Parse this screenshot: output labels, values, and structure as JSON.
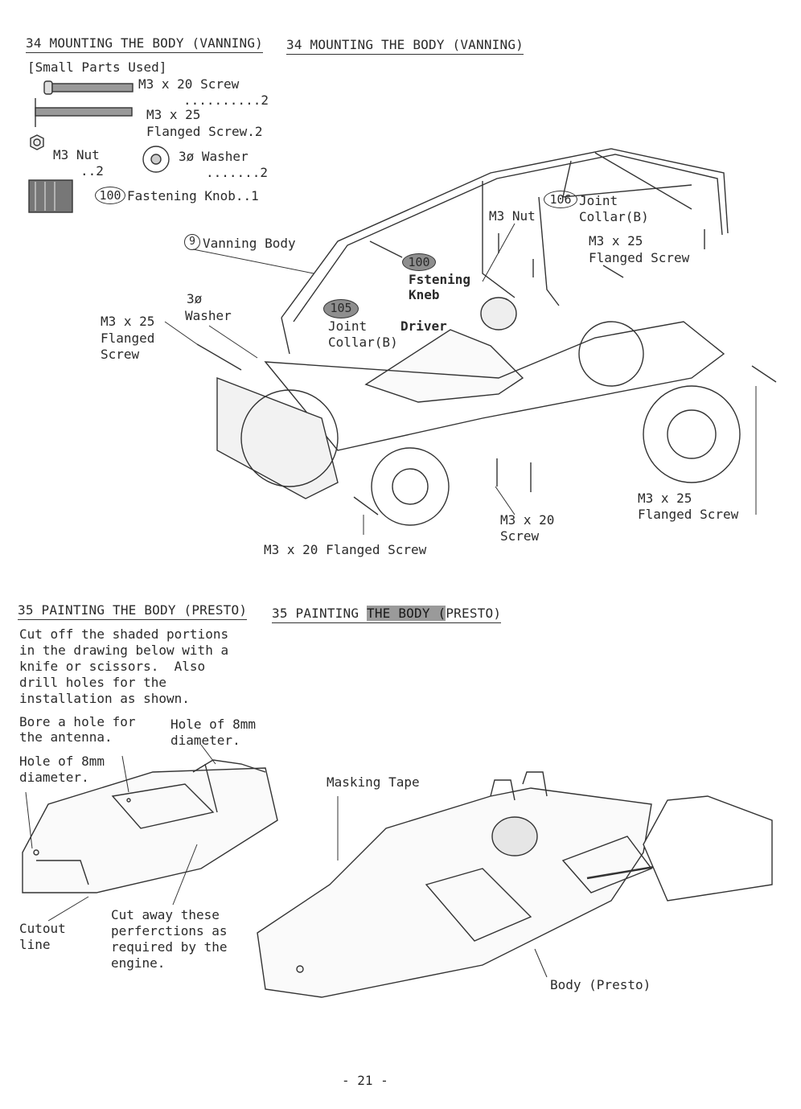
{
  "section34": {
    "heading_left": "34 MOUNTING THE BODY (VANNING)",
    "heading_right": "34 MOUNTING THE BODY (VANNING)",
    "parts_title": "[Small Parts Used]",
    "parts": {
      "screw20": "M3 x 20 Screw",
      "screw20_qty": "..........2",
      "flanged25_a": "M3 x 25",
      "flanged25_b": "Flanged Screw.2",
      "nut": "M3 Nut",
      "nut_qty": "..2",
      "washer": "3ø Washer",
      "washer_qty": ".......2",
      "knob_num": "100",
      "knob": "Fastening Knob..1"
    },
    "labels": {
      "vanning_num": "9",
      "vanning_body": "Vanning Body",
      "m3_nut": "M3 Nut",
      "joint_num_right": "106",
      "joint_right": "Joint",
      "collar_right": "Collar(B)",
      "flanged_right_a": "M3 x 25",
      "flanged_right_b": "Flanged Screw",
      "knob_num": "100",
      "fstening": "Fstening",
      "kneb": "Kneb",
      "washer_a": "3ø",
      "washer_b": "Washer",
      "flanged_left_a": "M3 x 25",
      "flanged_left_b": "Flanged",
      "flanged_left_c": "Screw",
      "joint_num_left": "105",
      "joint_left": "Joint",
      "collar_left": "Collar(B)",
      "driver": "Driver",
      "flanged_br_a": "M3 x 25",
      "flanged_br_b": "Flanged Screw",
      "screw20_a": "M3 x 20",
      "screw20_b": "Screw",
      "flanged20": "M3 x 20 Flanged Screw"
    }
  },
  "section35": {
    "heading_left": "35 PAINTING THE BODY (PRESTO)",
    "heading_right_plain": "35 PAINTING ",
    "heading_right_shaded": "THE BODY (",
    "heading_right_end": "PRESTO)",
    "instructions": [
      "Cut off the shaded portions",
      "in the drawing below with a",
      "knife or scissors.  Also",
      "drill holes for the",
      "installation as shown."
    ],
    "labels": {
      "antenna_a": "Bore a hole for",
      "antenna_b": "the antenna.",
      "hole8_right_a": "Hole of 8mm",
      "hole8_right_b": "diameter.",
      "hole8_left_a": "Hole of 8mm",
      "hole8_left_b": "diameter.",
      "cutout_a": "Cutout",
      "cutout_b": "line",
      "cutaway": [
        "Cut away these",
        "perferctions as",
        "required by the",
        "engine."
      ],
      "masking_tape": "Masking Tape",
      "body_presto": "Body (Presto)"
    }
  },
  "page_number": "- 21 -"
}
